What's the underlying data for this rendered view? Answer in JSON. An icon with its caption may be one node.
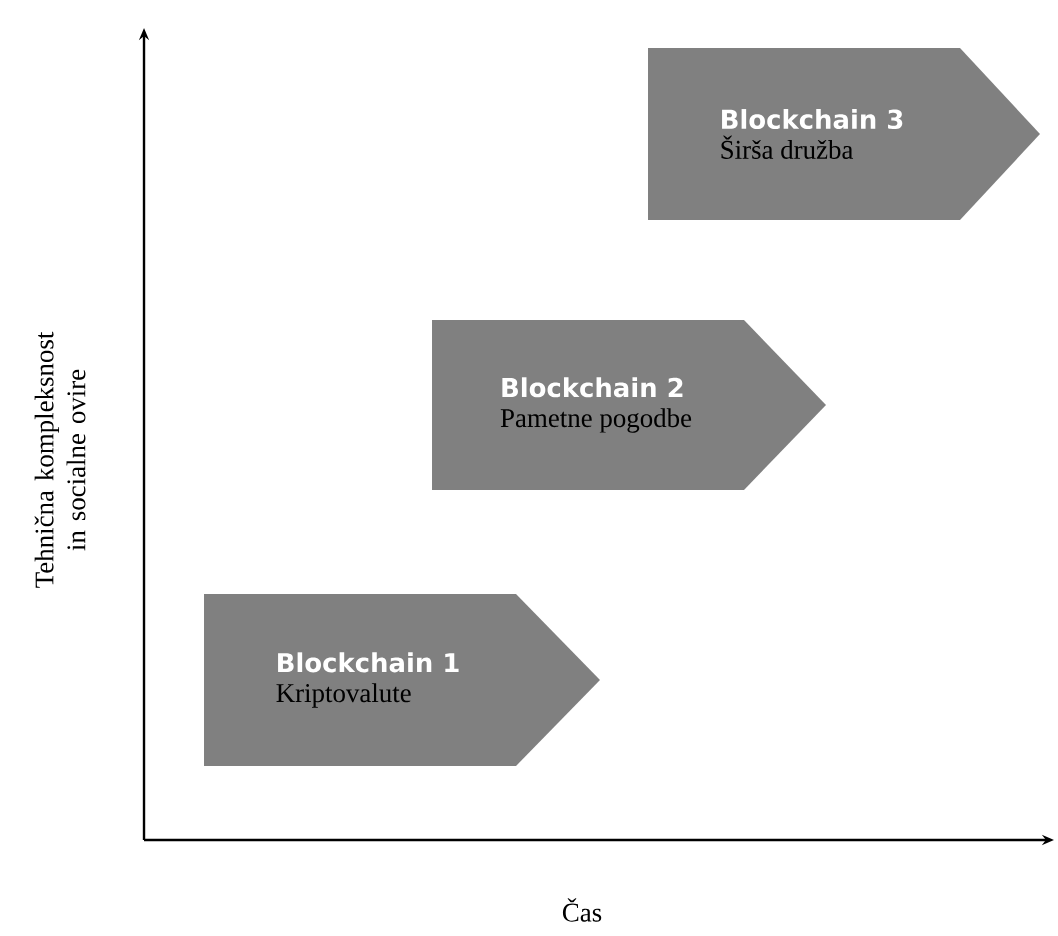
{
  "diagram": {
    "nodes": [
      {
        "text": [
          "Blockchain 1",
          "Kriptovalute"
        ]
      },
      {
        "text": [
          "Blockchain 2",
          "Pametne pogodbe"
        ]
      },
      {
        "text": [
          "Blockchain 3",
          "Širša družba"
        ]
      }
    ],
    "labels": [
      "Tehnična kompleksnost in socialne ovire",
      "Čas"
    ]
  }
}
